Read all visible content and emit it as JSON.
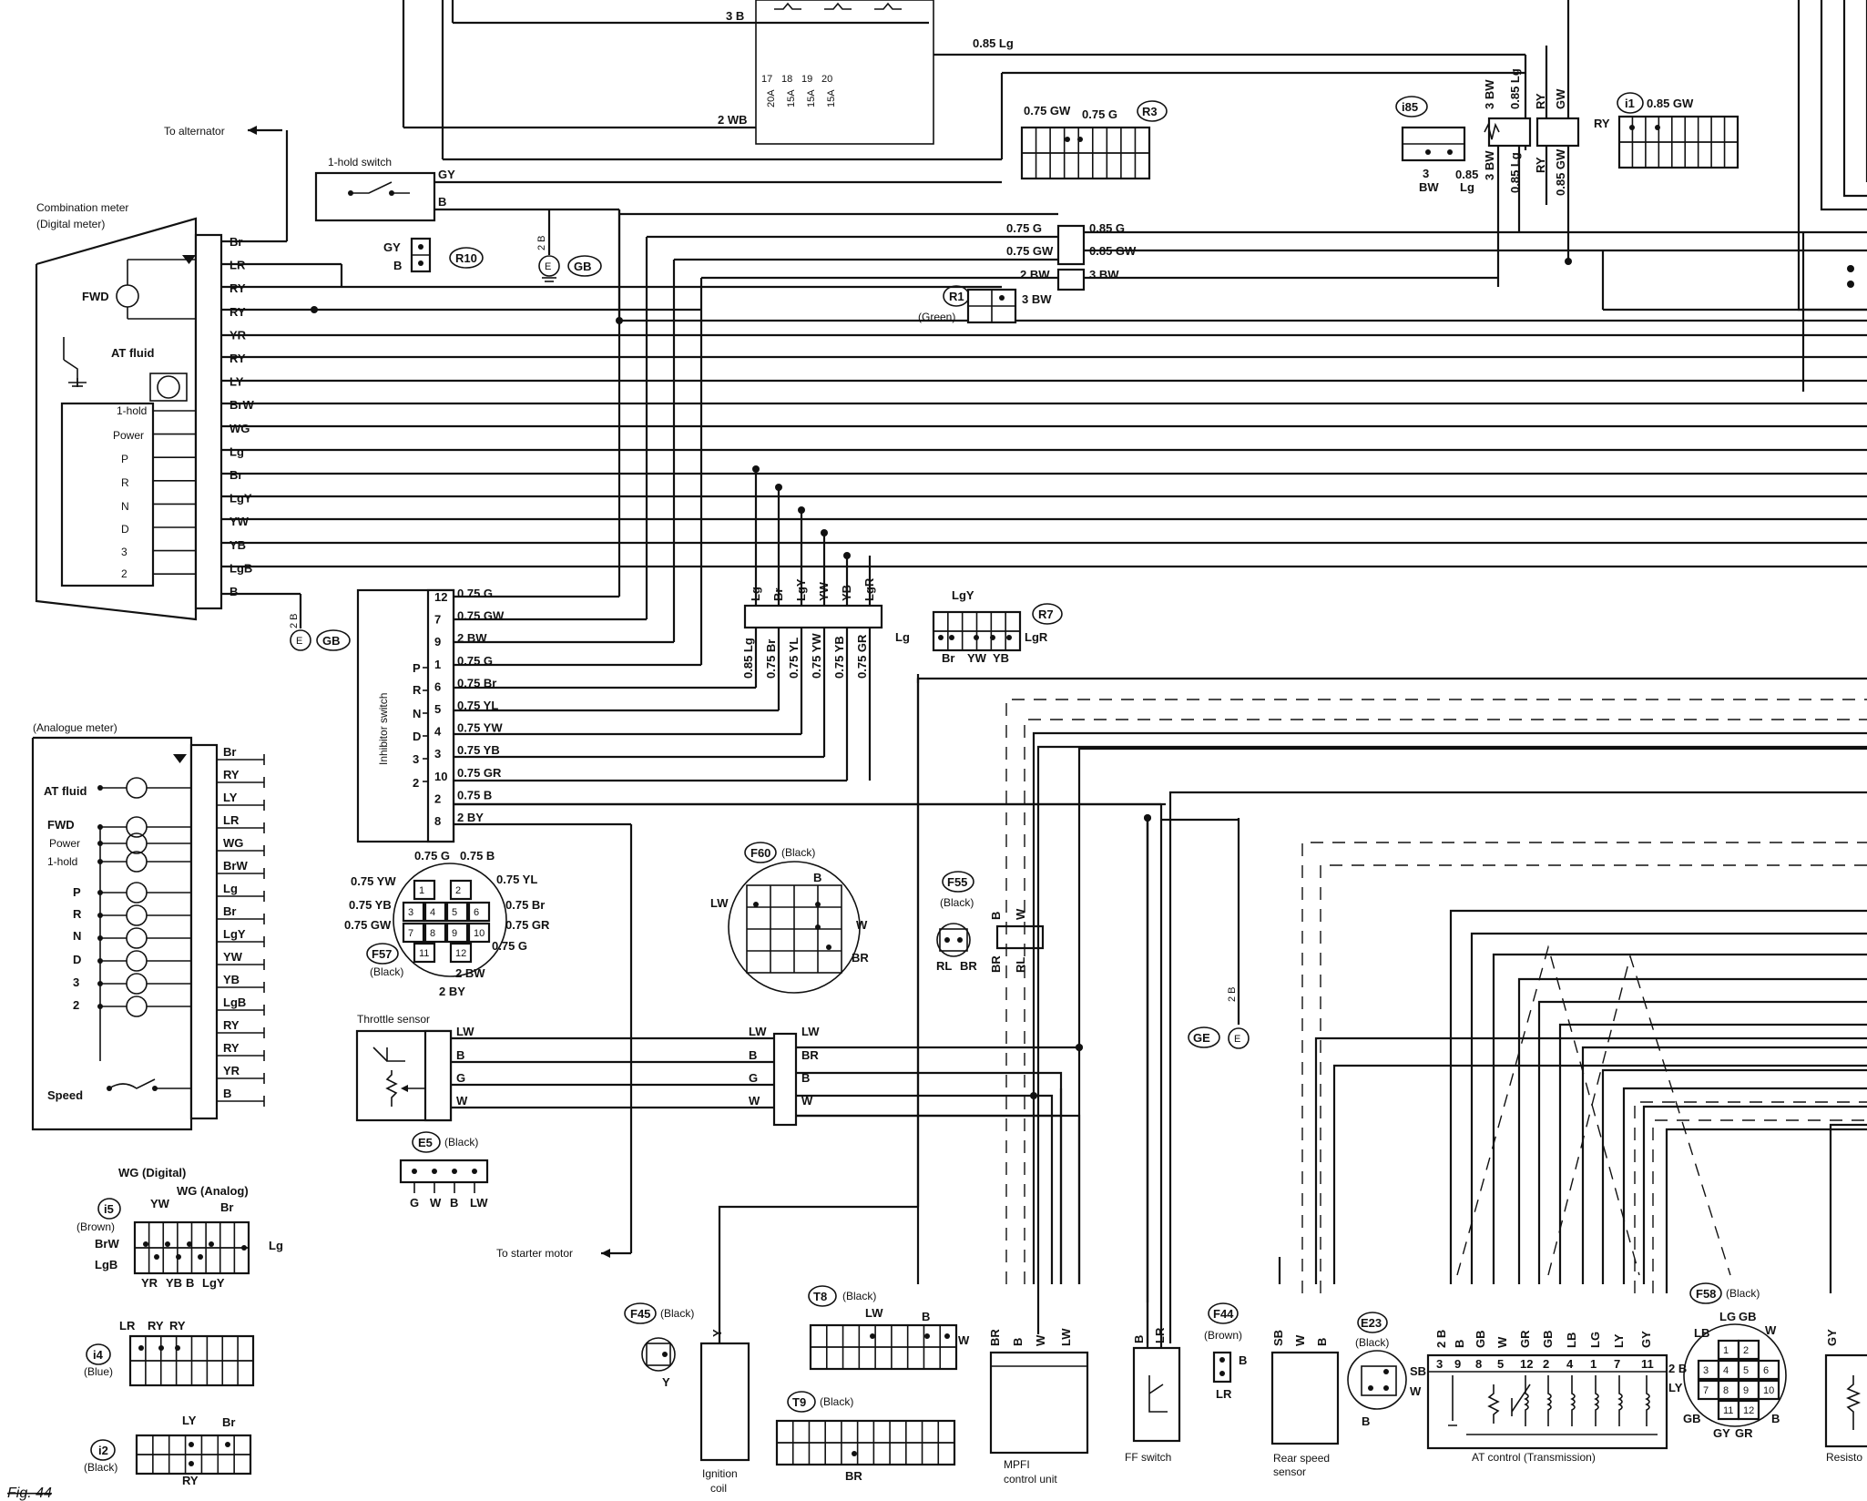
{
  "figure_label": "Fig. 44",
  "arrows": {
    "alternator": "To alternator",
    "starter": "To starter motor"
  },
  "digital_meter": {
    "title_1": "Combination meter",
    "title_2": "(Digital meter)",
    "lamps": [
      "FWD",
      "AT fluid"
    ],
    "rows": [
      "1-hold",
      "Power",
      "P",
      "R",
      "N",
      "D",
      "3",
      "2"
    ],
    "wires": [
      "Br",
      "LR",
      "RY",
      "RY",
      "YR",
      "RY",
      "LY",
      "BrW",
      "WG",
      "Lg",
      "Br",
      "LgY",
      "YW",
      "YB",
      "LgB",
      "B"
    ]
  },
  "analogue_meter": {
    "title": "(Analogue meter)",
    "labels": [
      "AT fluid",
      "FWD",
      "Power",
      "1-hold",
      "P",
      "R",
      "N",
      "D",
      "3",
      "2",
      "Speed"
    ],
    "wires": [
      "Br",
      "RY",
      "LY",
      "LR",
      "WG",
      "BrW",
      "Lg",
      "Br",
      "LgY",
      "YW",
      "YB",
      "LgB",
      "RY",
      "RY",
      "YR",
      "B"
    ]
  },
  "hold_switch": {
    "label": "1-hold switch",
    "wires": [
      "GY",
      "B"
    ]
  },
  "ground_gb": {
    "wire": "2 B",
    "code": "GB"
  },
  "ground_ge": {
    "wire": "2 B",
    "code": "GE"
  },
  "inhibitor": {
    "label": "Inhibitor switch",
    "positions": [
      "P",
      "R",
      "N",
      "D",
      "3",
      "2"
    ],
    "pins": [
      "12",
      "7",
      "9",
      "1",
      "6",
      "5",
      "4",
      "3",
      "10",
      "2",
      "8"
    ],
    "wires": [
      "0.75 G",
      "0.75 GW",
      "2 BW",
      "0.75 G",
      "0.75 Br",
      "0.75 YL",
      "0.75 YW",
      "0.75 YB",
      "0.75 GR",
      "0.75 B",
      "2 BY"
    ]
  },
  "top_block": {
    "fuses": [
      "17",
      "18",
      "19",
      "20"
    ],
    "ratings": [
      "20A",
      "15A",
      "15A",
      "15A"
    ],
    "wires": [
      "3 B",
      "0.85 Lg",
      "2 WB"
    ]
  },
  "r3": {
    "code": "R3",
    "wires": [
      "0.75 GW",
      "0.75 G"
    ]
  },
  "r10": {
    "code": "R10",
    "wires": [
      "GY",
      "B"
    ]
  },
  "r1": {
    "code": "R1",
    "color": "(Green)",
    "wire": "3 BW"
  },
  "mid_joint": {
    "left": [
      "0.75 G",
      "0.75 GW",
      "2 BW"
    ],
    "right": [
      "0.85 G",
      "0.85 GW",
      "3 BW"
    ]
  },
  "i85": {
    "code": "i85",
    "pins": [
      "3 BW",
      "0.85 Lg"
    ],
    "wires": [
      "3 BW",
      "0.85 Lg",
      "RY",
      "GW",
      "3 BW",
      "0.85 Lg",
      "RY",
      "0.85 GW"
    ]
  },
  "i1": {
    "code": "i1",
    "wires": [
      "RY",
      "0.85 GW"
    ]
  },
  "joint_block": {
    "top": [
      "Lg",
      "Br",
      "LgY",
      "YW",
      "YB",
      "LgR"
    ],
    "bottom": [
      "0.85 Lg",
      "0.75 Br",
      "0.75 YL",
      "0.75 YW",
      "0.75 YB",
      "0.75 GR"
    ]
  },
  "r7": {
    "code": "R7",
    "pins": [
      "LgY",
      "Lg",
      "LgR",
      "Br",
      "YW",
      "YB"
    ]
  },
  "f57": {
    "code": "F57",
    "color": "(Black)",
    "pins": [
      "1",
      "2",
      "3",
      "4",
      "5",
      "6",
      "7",
      "8",
      "9",
      "10",
      "11",
      "12"
    ],
    "wires": [
      "0.75 G",
      "0.75 B",
      "0.75 YW",
      "0.75 YL",
      "0.75 YB",
      "0.75 Br",
      "0.75 GW",
      "0.75 GR",
      "0.75 G",
      "2 BW",
      "2 BY"
    ]
  },
  "throttle": {
    "label": "Throttle sensor",
    "wires": [
      "LW",
      "B",
      "G",
      "W"
    ],
    "right": [
      "LW",
      "BR",
      "B",
      "W"
    ]
  },
  "e5": {
    "code": "E5",
    "color": "(Black)",
    "pins": [
      "G",
      "W",
      "B",
      "LW"
    ]
  },
  "f60": {
    "code": "F60",
    "color": "(Black)",
    "pins": [
      "LW",
      "B",
      "W",
      "BR"
    ]
  },
  "f55": {
    "code": "F55",
    "color": "(Black)",
    "pins": [
      "RL",
      "BR"
    ],
    "wires": [
      "B",
      "W",
      "BR",
      "RL"
    ]
  },
  "i5": {
    "code": "i5",
    "color": "(Brown)",
    "pins": [
      "WG (Digital)",
      "WG (Analog)",
      "YW",
      "Br",
      "BrW",
      "LgB",
      "Lg",
      "YR",
      "YB",
      "B",
      "LgY"
    ]
  },
  "i4": {
    "code": "i4",
    "color": "(Blue)",
    "pins": [
      "LR",
      "RY",
      "RY"
    ]
  },
  "i2": {
    "code": "i2",
    "color": "(Black)",
    "pins": [
      "LY",
      "Br",
      "RY"
    ]
  },
  "f45": {
    "code": "F45",
    "color": "(Black)",
    "pin": "Y"
  },
  "ignition": {
    "label_1": "Ignition",
    "label_2": "coil",
    "wire": "Y"
  },
  "t8": {
    "code": "T8",
    "color": "(Black)",
    "pins": [
      "LW",
      "B",
      "W"
    ]
  },
  "t9": {
    "code": "T9",
    "color": "(Black)",
    "pin": "BR"
  },
  "mpfi": {
    "label_1": "MPFI",
    "label_2": "control unit",
    "wires": [
      "BR",
      "B",
      "W",
      "LW"
    ]
  },
  "ff_switch": {
    "label": "FF switch",
    "wires": [
      "B",
      "LR"
    ]
  },
  "f44": {
    "code": "F44",
    "color": "(Brown)",
    "pins": [
      "B",
      "LR"
    ]
  },
  "rear_speed": {
    "label_1": "Rear speed",
    "label_2": "sensor",
    "wires": [
      "SB",
      "W",
      "B"
    ]
  },
  "e23": {
    "code": "E23",
    "color": "(Black)",
    "pins": [
      "SB",
      "W",
      "B"
    ]
  },
  "at_control": {
    "label": "AT control (Transmission)",
    "wires": [
      "2 B",
      "B",
      "GB",
      "W",
      "GR",
      "GB",
      "LB",
      "LG",
      "LY",
      "GY"
    ],
    "pins": [
      "3",
      "9",
      "8",
      "5",
      "12",
      "2",
      "4",
      "1",
      "7",
      "11"
    ]
  },
  "f58": {
    "code": "F58",
    "color": "(Black)",
    "pins": [
      "1",
      "2",
      "3",
      "4",
      "5",
      "6",
      "7",
      "8",
      "9",
      "10",
      "11",
      "12"
    ],
    "wires": [
      "LB",
      "LG",
      "GB",
      "W",
      "2 B",
      "LY",
      "GB",
      "GY",
      "GR",
      "B"
    ]
  },
  "resistor": {
    "label": "Resisto",
    "wire": "GY"
  }
}
